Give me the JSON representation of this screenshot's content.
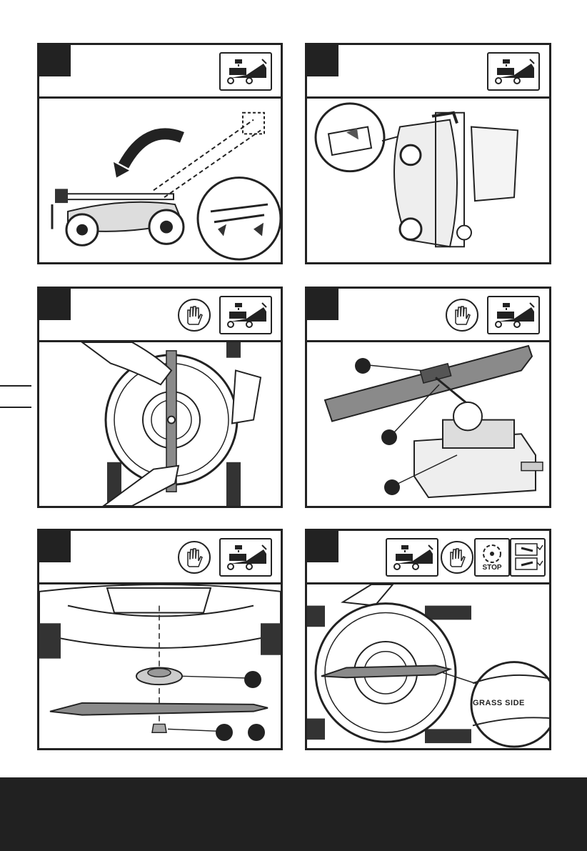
{
  "panels": [
    {
      "id": 1,
      "icons": [
        "mower-unplug-icon"
      ]
    },
    {
      "id": 2,
      "icons": [
        "mower-unplug-icon"
      ]
    },
    {
      "id": 3,
      "icons": [
        "gloves-icon",
        "mower-unplug-icon"
      ]
    },
    {
      "id": 4,
      "icons": [
        "gloves-icon",
        "mower-unplug-icon"
      ]
    },
    {
      "id": 5,
      "icons": [
        "gloves-icon",
        "mower-unplug-icon"
      ]
    },
    {
      "id": 6,
      "icons": [
        "mower-unplug-icon",
        "gloves-icon",
        "blade-stop-icon",
        "blade-orientation-icon"
      ]
    }
  ],
  "stop_label": "STOP",
  "grass_side_label": "GRASS SIDE",
  "colors": {
    "ink": "#222222",
    "footer": "#212121",
    "blade": "#8a8a8a"
  }
}
